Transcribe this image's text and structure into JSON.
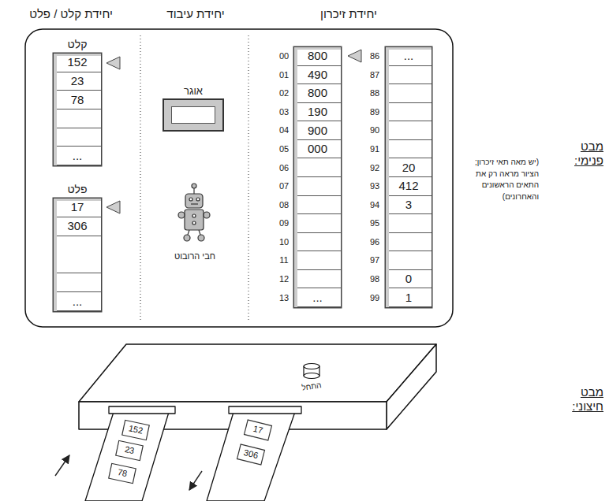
{
  "diagram": {
    "nodes": [
      {
        "text": [
          "קלט",
          "152",
          "23",
          "78",
          "..."
        ]
      },
      {
        "text": [
          "פלט",
          "17",
          "306",
          "..."
        ]
      },
      {
        "text": [
          "אוגר"
        ]
      },
      {
        "text": [
          "800",
          "490",
          "800",
          "190",
          "900",
          "000",
          "..."
        ]
      },
      {
        "text": [
          "...",
          "20",
          "412",
          "3",
          "0",
          "1"
        ]
      },
      {
        "text": [
          "152"
        ]
      },
      {
        "text": [
          "23"
        ]
      },
      {
        "text": [
          "78"
        ]
      },
      {
        "text": [
          "17"
        ]
      },
      {
        "text": [
          "306"
        ]
      }
    ],
    "labels": [
      "יחידת קלט / פלט",
      "יחידת עיבוד",
      "יחידת זיכרון",
      "00",
      "01",
      "02",
      "03",
      "04",
      "05",
      "06",
      "07",
      "08",
      "09",
      "10",
      "11",
      "12",
      "13",
      "86",
      "87",
      "88",
      "89",
      "90",
      "91",
      "92",
      "93",
      "94",
      "95",
      "96",
      "97",
      "98",
      "99",
      "(יש מאה תאי זיכרון; הציור מראה רק את התאים הראשונים והאחרונים)",
      "חבי הרובוט",
      "מבט פנימי:",
      "מבט חיצוני:",
      "התחל"
    ]
  }
}
